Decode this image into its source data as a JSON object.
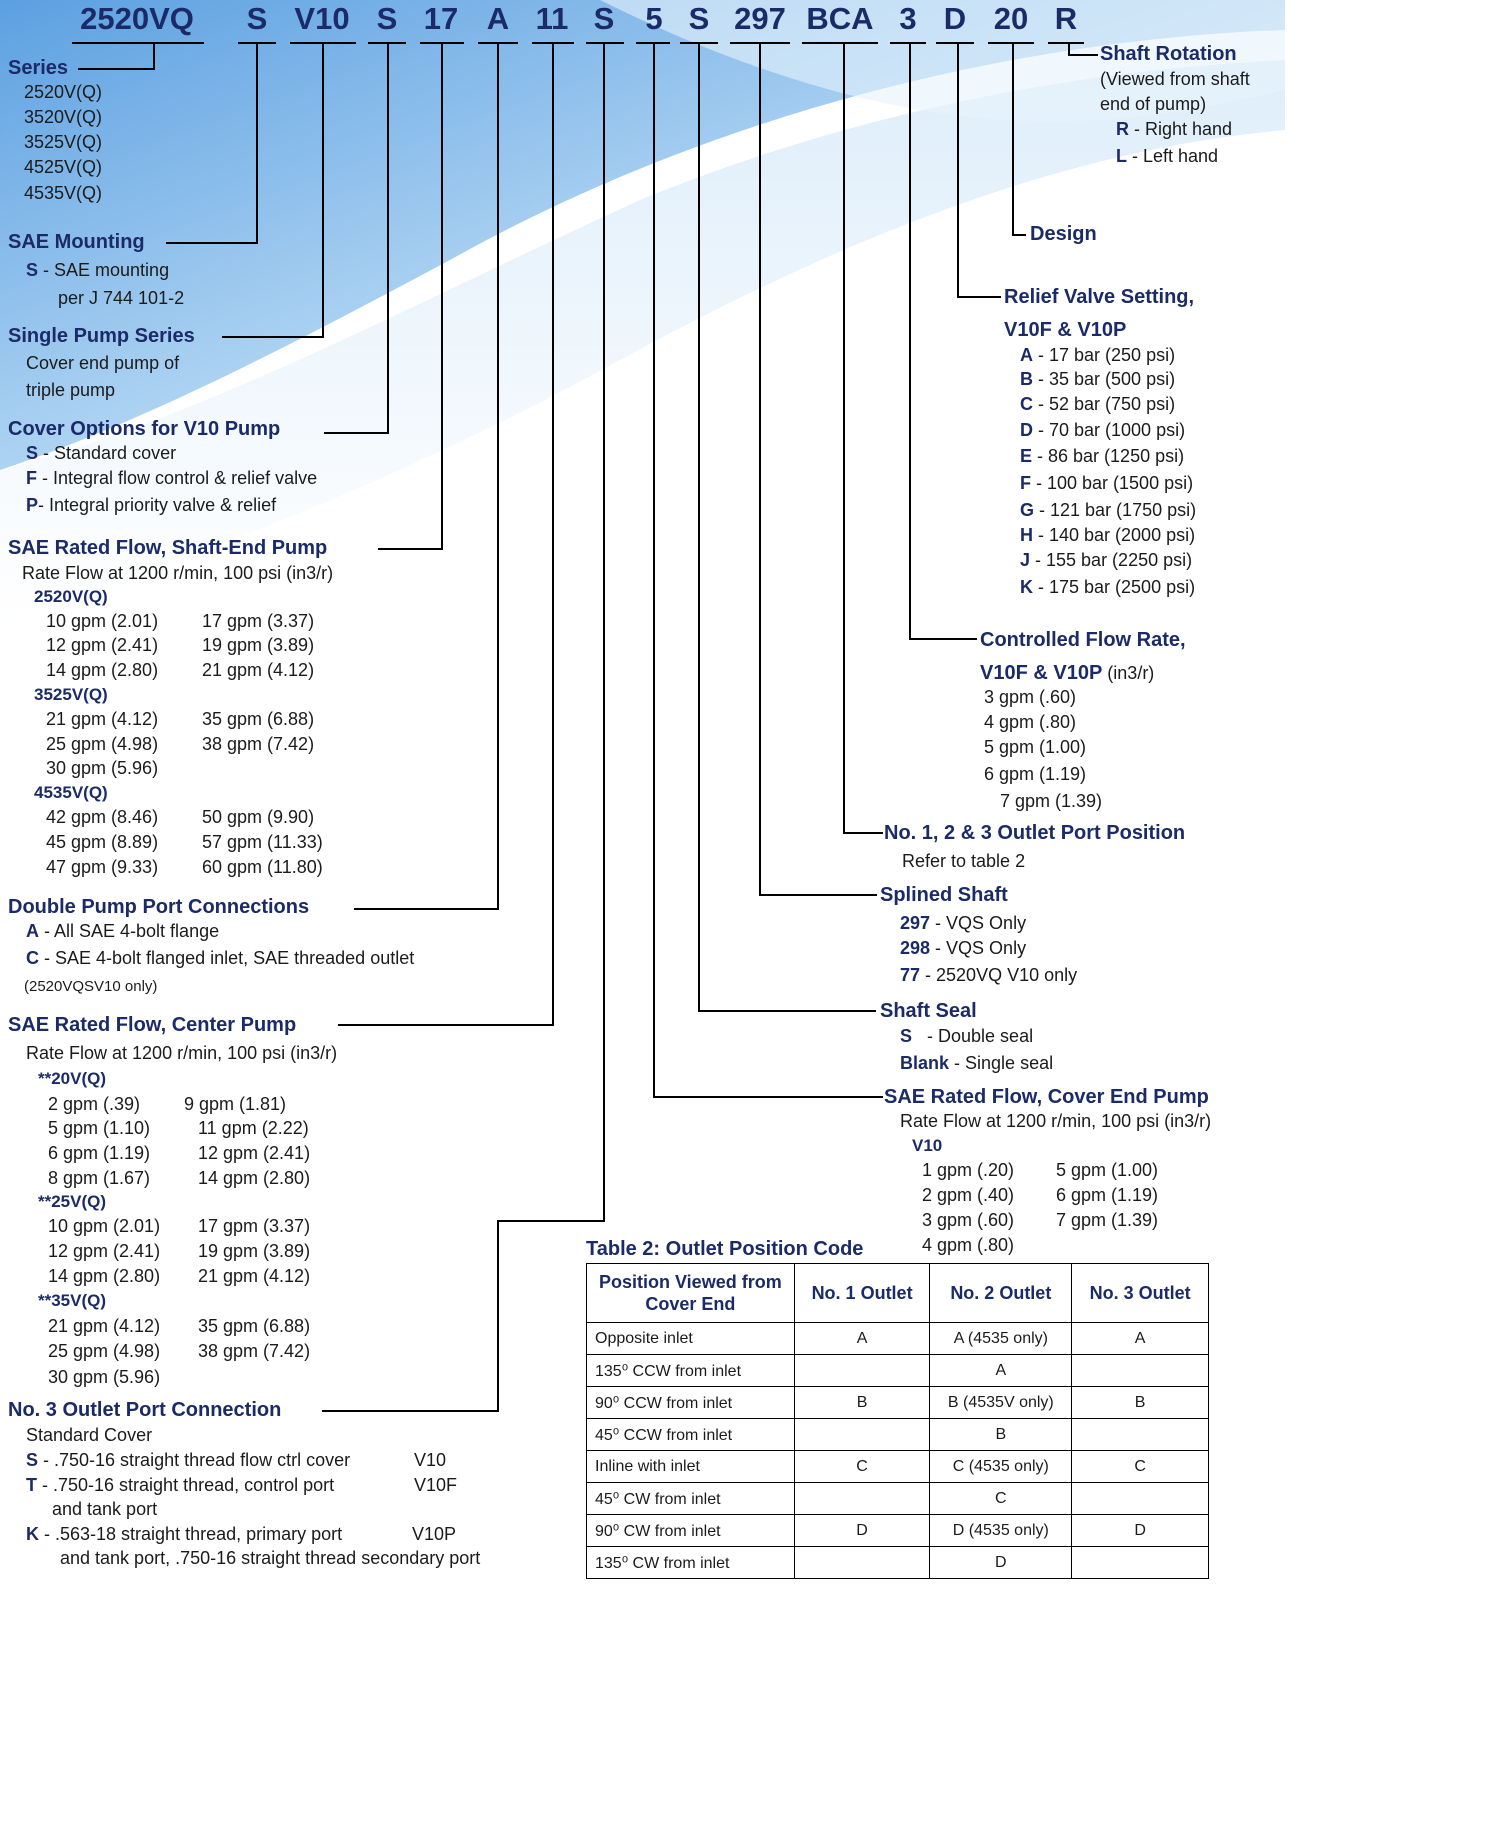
{
  "model_code": {
    "segments": [
      "2520VQ",
      "S",
      "V10",
      "S",
      "17",
      "A",
      "11",
      "S",
      "5",
      "S",
      "297",
      "BCA",
      "3",
      "D",
      "20",
      "R"
    ]
  },
  "left": {
    "series": {
      "title": "Series",
      "items": [
        "2520V(Q)",
        "3520V(Q)",
        "3525V(Q)",
        "4525V(Q)",
        "4535V(Q)"
      ]
    },
    "sae_mounting": {
      "title": "SAE Mounting",
      "code": "S",
      "desc_l1": " - SAE mounting",
      "desc_l2": "per J 744 101-2"
    },
    "single_pump": {
      "title": "Single Pump Series",
      "l1": "Cover end pump of",
      "l2": "triple pump"
    },
    "cover_options": {
      "title": "Cover Options for V10 Pump",
      "items": [
        {
          "code": "S",
          "text": " - Standard cover"
        },
        {
          "code": "F",
          "text": " - Integral flow control & relief valve"
        },
        {
          "code": "P",
          "text": "- Integral priority valve & relief"
        }
      ]
    },
    "shaft_end_flow": {
      "title": "SAE Rated Flow, Shaft-End Pump",
      "subtitle": "Rate Flow at 1200 r/min, 100 psi (in3/r)",
      "groups": [
        {
          "name": "2520V(Q)",
          "rows": [
            [
              "10 gpm (2.01)",
              "17 gpm (3.37)"
            ],
            [
              "12 gpm (2.41)",
              "19 gpm (3.89)"
            ],
            [
              "14 gpm (2.80)",
              "21 gpm (4.12)"
            ]
          ]
        },
        {
          "name": "3525V(Q)",
          "rows": [
            [
              "21 gpm (4.12)",
              "35 gpm (6.88)"
            ],
            [
              "25 gpm (4.98)",
              "38 gpm (7.42)"
            ],
            [
              "30 gpm (5.96)",
              ""
            ]
          ]
        },
        {
          "name": "4535V(Q)",
          "rows": [
            [
              "42 gpm (8.46)",
              "50 gpm (9.90)"
            ],
            [
              "45 gpm (8.89)",
              "57 gpm (11.33)"
            ],
            [
              "47 gpm (9.33)",
              "60 gpm (11.80)"
            ]
          ]
        }
      ]
    },
    "double_pump": {
      "title": "Double Pump Port Connections",
      "items": [
        {
          "code": "A",
          "text": " - All SAE 4-bolt flange"
        },
        {
          "code": "C",
          "text": " - SAE 4-bolt flanged inlet, SAE threaded outlet"
        }
      ],
      "note": "(2520VQSV10 only)"
    },
    "center_flow": {
      "title": "SAE Rated Flow, Center Pump",
      "subtitle": "Rate Flow at 1200 r/min, 100 psi (in3/r)",
      "groups": [
        {
          "name": "**20V(Q)",
          "rows": [
            [
              "2 gpm (.39)",
              "9 gpm (1.81)"
            ],
            [
              "5 gpm (1.10)",
              "11 gpm (2.22)"
            ],
            [
              "6 gpm (1.19)",
              "12 gpm (2.41)"
            ],
            [
              "8 gpm (1.67)",
              "14 gpm (2.80)"
            ]
          ]
        },
        {
          "name": "**25V(Q)",
          "rows": [
            [
              "10 gpm (2.01)",
              "17 gpm (3.37)"
            ],
            [
              "12 gpm (2.41)",
              "19 gpm (3.89)"
            ],
            [
              "14 gpm (2.80)",
              "21 gpm (4.12)"
            ]
          ]
        },
        {
          "name": "**35V(Q)",
          "rows": [
            [
              "21 gpm (4.12)",
              "35 gpm (6.88)"
            ],
            [
              "25 gpm (4.98)",
              "38 gpm (7.42)"
            ],
            [
              "30 gpm (5.96)",
              ""
            ]
          ]
        }
      ]
    },
    "outlet3": {
      "title": "No. 3 Outlet Port Connection",
      "subtitle": "Standard Cover",
      "items": [
        {
          "code": "S",
          "text": " - .750-16 straight thread flow ctrl cover",
          "model": "V10"
        },
        {
          "code": "T",
          "text": " - .750-16 straight thread, control port",
          "model": "V10F",
          "cont": "and tank port"
        },
        {
          "code": "K",
          "text": " - .563-18 straight thread, primary port",
          "model": "V10P",
          "cont": "and tank port, .750-16 straight thread secondary port"
        }
      ]
    }
  },
  "right": {
    "shaft_rotation": {
      "title": "Shaft Rotation",
      "l1": "(Viewed from shaft",
      "l2": "end of pump)",
      "items": [
        {
          "code": "R",
          "text": " - Right hand"
        },
        {
          "code": "L",
          "text": " - Left hand"
        }
      ]
    },
    "design": {
      "title": "Design"
    },
    "relief": {
      "title_l1": "Relief Valve Setting,",
      "title_l2": "V10F & V10P",
      "items": [
        {
          "code": "A",
          "text": " - 17 bar (250 psi)"
        },
        {
          "code": "B",
          "text": " - 35 bar (500 psi)"
        },
        {
          "code": "C",
          "text": " - 52 bar (750 psi)"
        },
        {
          "code": "D",
          "text": " - 70 bar (1000 psi)"
        },
        {
          "code": "E",
          "text": " - 86 bar (1250 psi)"
        },
        {
          "code": "F",
          "text": " - 100 bar (1500 psi)"
        },
        {
          "code": "G",
          "text": " - 121 bar (1750 psi)"
        },
        {
          "code": "H",
          "text": " - 140 bar (2000 psi)"
        },
        {
          "code": "J",
          "text": " - 155 bar (2250 psi)"
        },
        {
          "code": "K",
          "text": " - 175 bar (2500 psi)"
        }
      ]
    },
    "controlled": {
      "title_l1": "Controlled Flow Rate,",
      "title_l2": "V10F & V10P",
      "title_l2_suffix": " (in3/r)",
      "items": [
        "3 gpm (.60)",
        "4 gpm (.80)",
        "5 gpm (1.00)",
        "6 gpm (1.19)",
        "7 gpm (1.39)"
      ]
    },
    "outlet_pos": {
      "title": "No. 1, 2 & 3 Outlet Port Position",
      "sub": "Refer to table 2"
    },
    "splined": {
      "title": "Splined Shaft",
      "items": [
        {
          "code": "297",
          "text": " - VQS Only"
        },
        {
          "code": "298",
          "text": " - VQS Only"
        },
        {
          "code": "77",
          "text": " - 2520VQ V10 only"
        }
      ]
    },
    "seal": {
      "title": "Shaft Seal",
      "items": [
        {
          "code": "S",
          "text": "   - Double seal"
        },
        {
          "code": "Blank",
          "text": " - Single seal"
        }
      ]
    },
    "cover_flow": {
      "title": "SAE Rated Flow, Cover End Pump",
      "subtitle": "Rate Flow at 1200 r/min, 100 psi (in3/r)",
      "group": "V10",
      "rows": [
        [
          "1 gpm (.20)",
          "5 gpm (1.00)"
        ],
        [
          "2 gpm (.40)",
          "6 gpm (1.19)"
        ],
        [
          "3 gpm (.60)",
          "7 gpm (1.39)"
        ],
        [
          "4 gpm (.80)",
          ""
        ]
      ]
    }
  },
  "table2": {
    "title": "Table 2: Outlet Position Code",
    "headers": [
      "Position Viewed from Cover End",
      "No. 1 Outlet",
      "No. 2 Outlet",
      "No. 3 Outlet"
    ],
    "rows": [
      [
        "Opposite inlet",
        "A",
        "A (4535 only)",
        "A"
      ],
      [
        "135⁰ CCW from inlet",
        "",
        "A",
        ""
      ],
      [
        "90⁰ CCW from inlet",
        "B",
        "B (4535V only)",
        "B"
      ],
      [
        "45⁰ CCW from inlet",
        "",
        "B",
        ""
      ],
      [
        "Inline with inlet",
        "C",
        "C (4535 only)",
        "C"
      ],
      [
        "45⁰ CW from inlet",
        "",
        "C",
        ""
      ],
      [
        "90⁰ CW from inlet",
        "D",
        "D (4535 only)",
        "D"
      ],
      [
        "135⁰ CW from inlet",
        "",
        "D",
        ""
      ]
    ]
  }
}
